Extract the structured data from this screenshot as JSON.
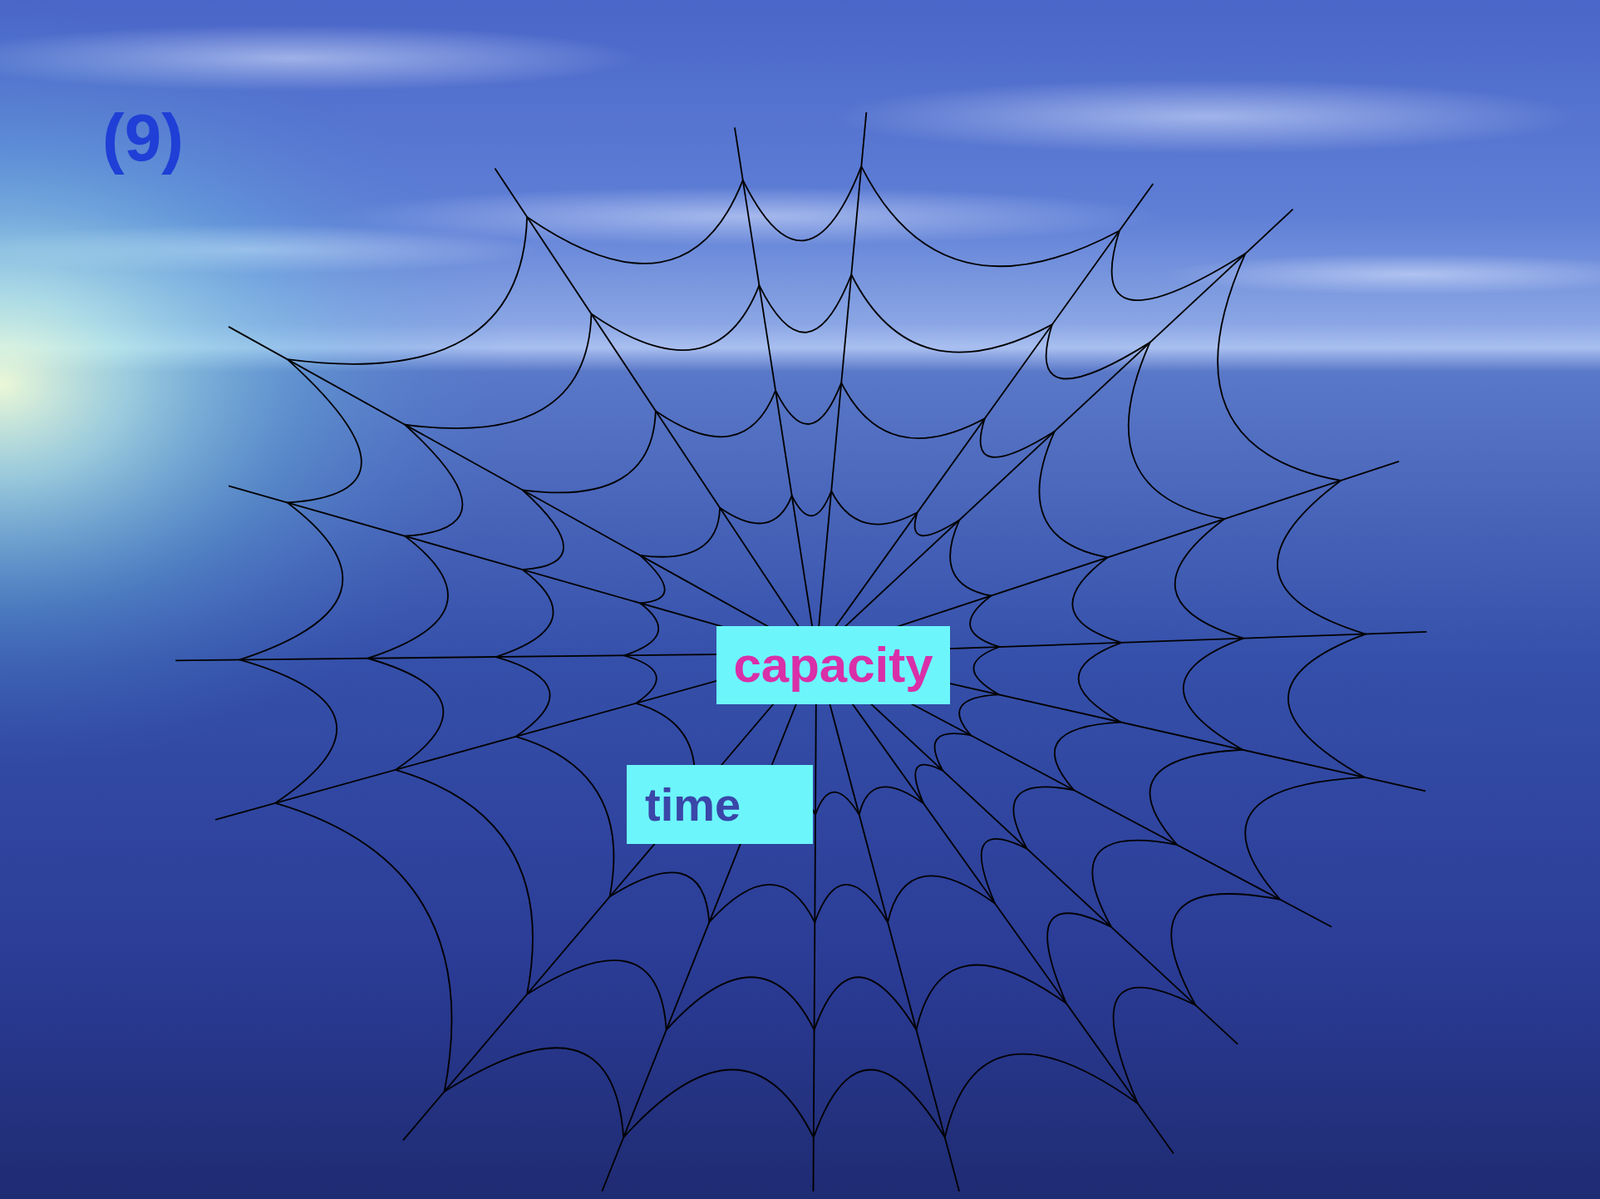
{
  "diagram": {
    "nodes": [
      {
        "text": [
          "capacity"
        ]
      },
      {
        "text": [
          "time"
        ]
      }
    ],
    "labels": [
      "(9)"
    ]
  }
}
